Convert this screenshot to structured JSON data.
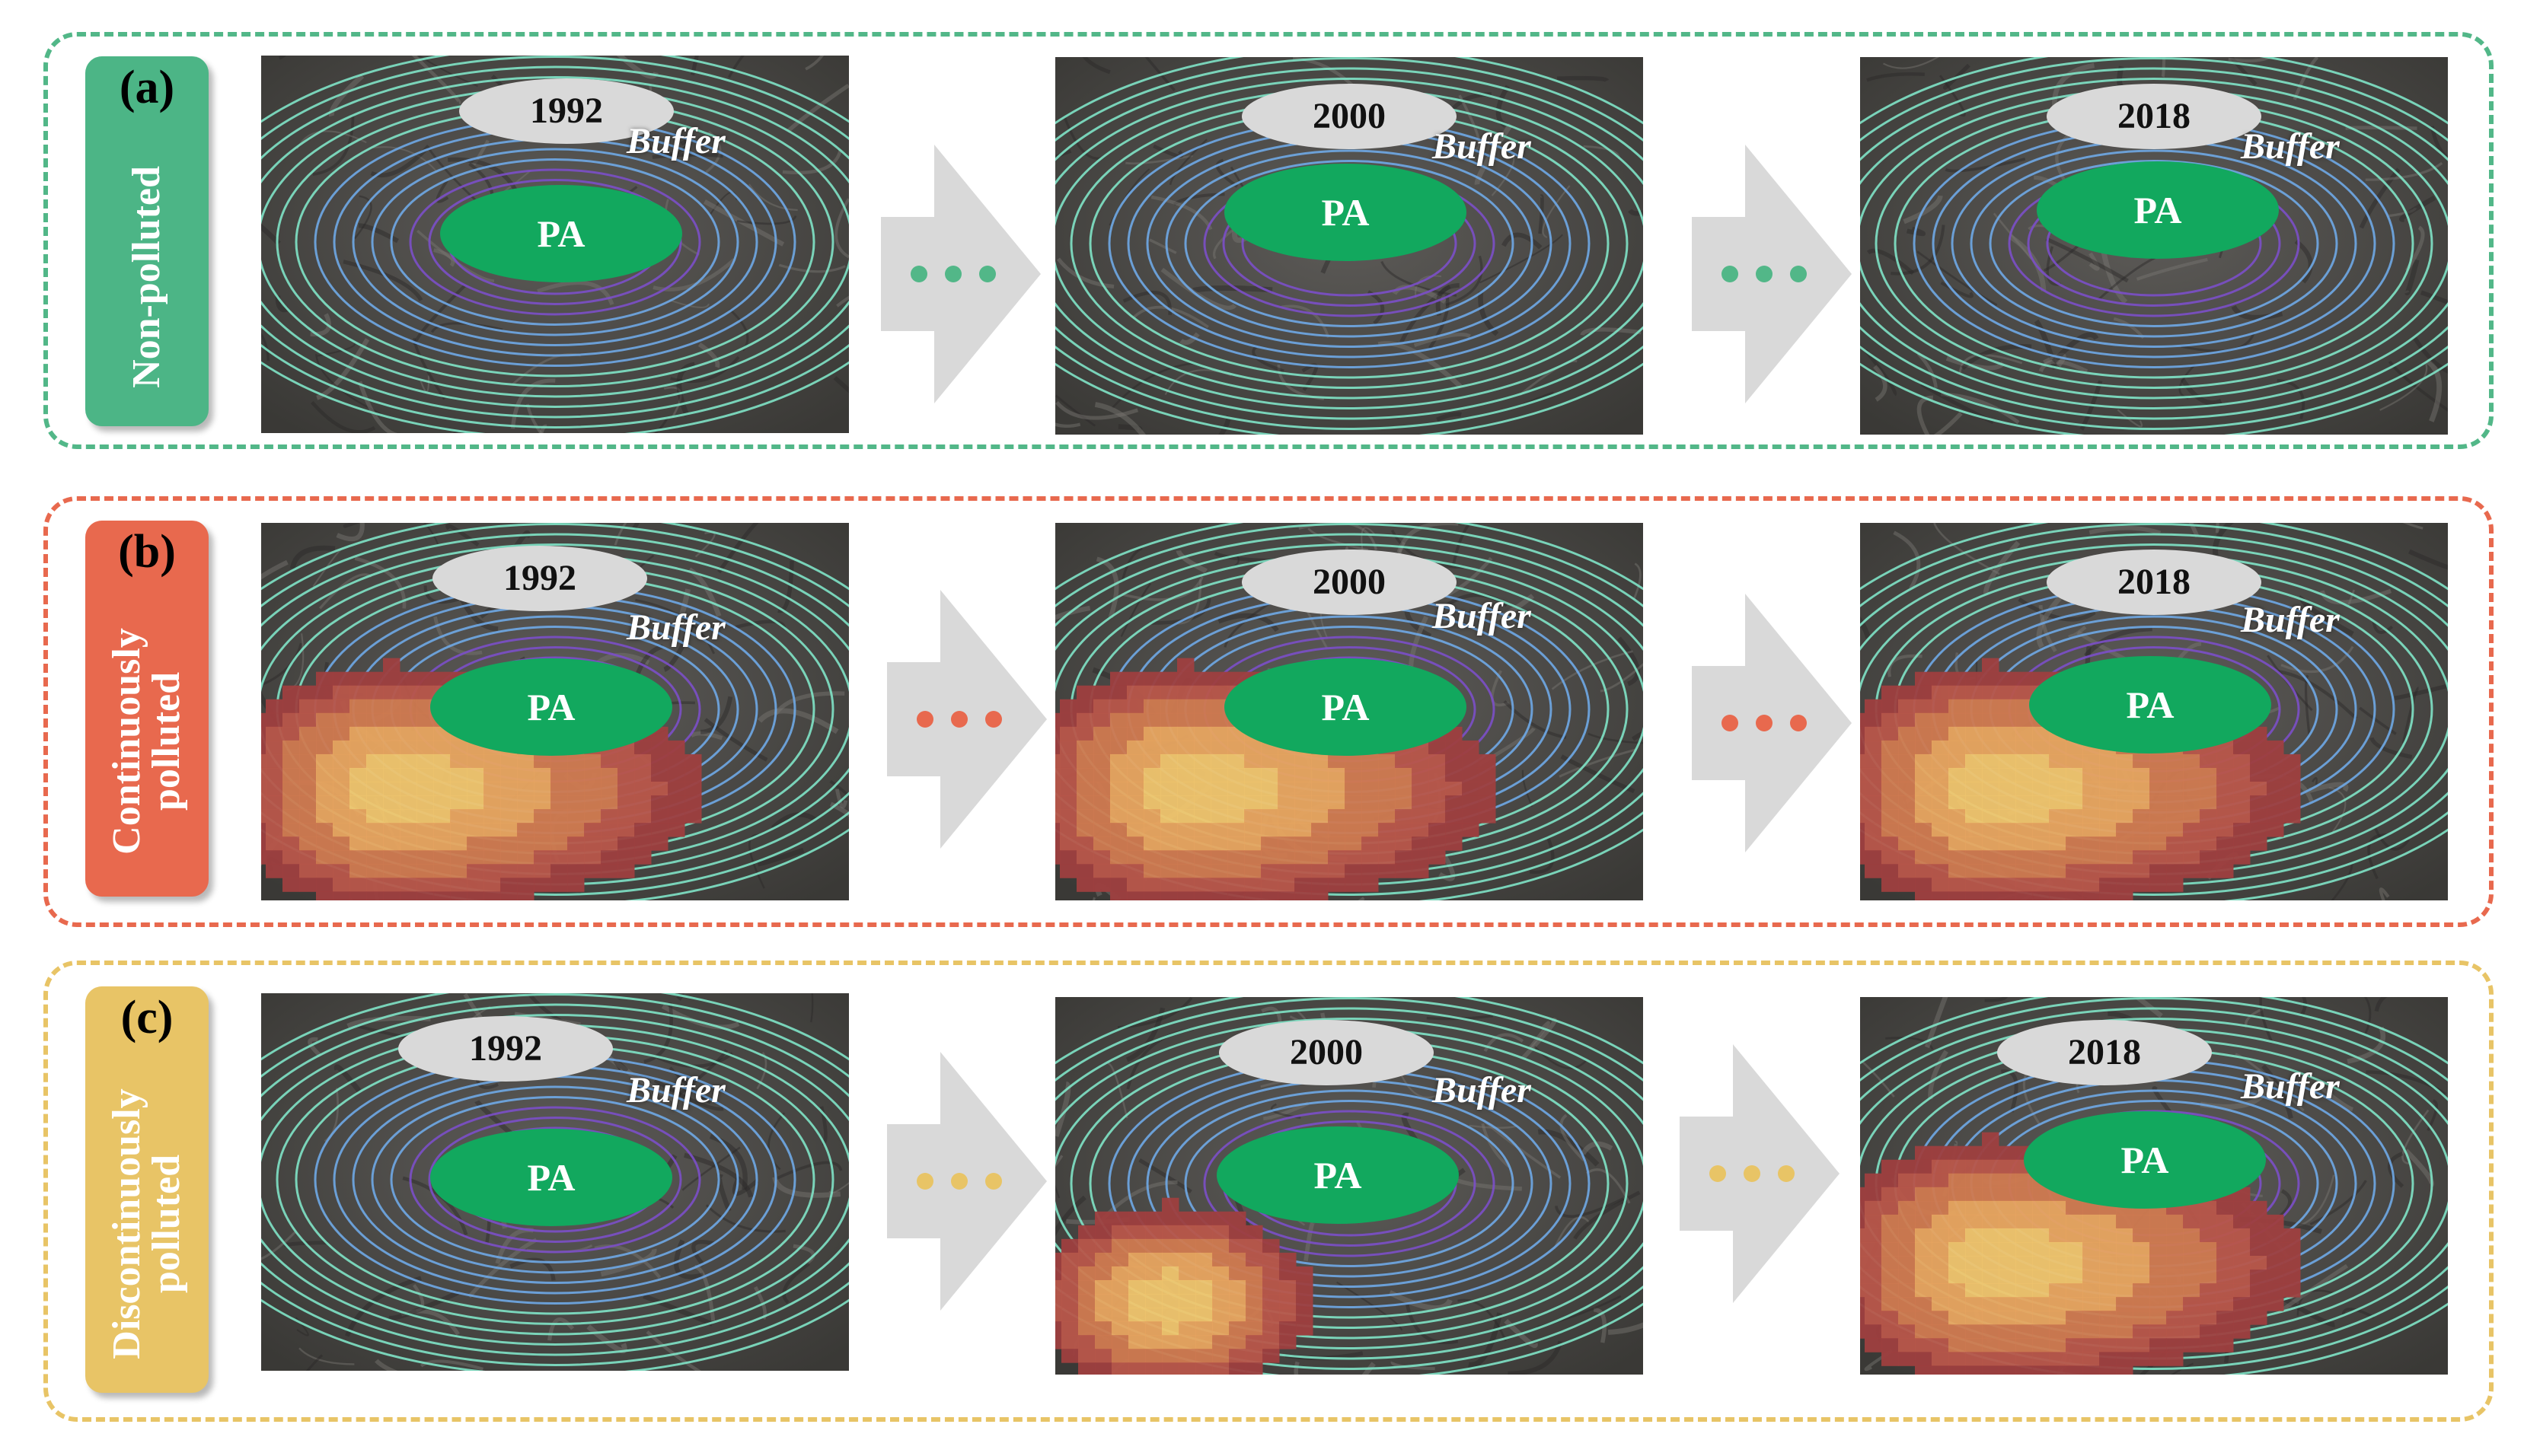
{
  "buffer_label": "Buffer",
  "pa_label": "PA",
  "rows": [
    {
      "letter": "(a)",
      "status": "Non-polluted",
      "color": "#52b788",
      "tag_color": "#4cb586",
      "years": [
        "1992",
        "2000",
        "2018"
      ],
      "pollution": [
        "none",
        "none",
        "none"
      ]
    },
    {
      "letter": "(b)",
      "status": "Continuously polluted",
      "status_lines": [
        "Continuously",
        "polluted"
      ],
      "color": "#e8694e",
      "tag_color": "#e8694e",
      "years": [
        "1992",
        "2000",
        "2018"
      ],
      "pollution": [
        "present",
        "present",
        "present"
      ]
    },
    {
      "letter": "(c)",
      "status": "Discontinuously polluted",
      "status_lines": [
        "Discontinuously",
        "polluted"
      ],
      "color": "#e8c466",
      "tag_color": "#e8c466",
      "years": [
        "1992",
        "2000",
        "2018"
      ],
      "pollution": [
        "none",
        "small",
        "present"
      ]
    }
  ],
  "colors": {
    "pa_fill": "#12a85e",
    "year_oval": "#d9d9d9",
    "arrow": "#d9d9d9",
    "ring_outer": "#7fe3c6",
    "ring_mid": "#6fa8e6",
    "ring_inner": "#7b4fc8",
    "plume_outer": "#b0453b",
    "plume_core": "#f2c46a"
  }
}
